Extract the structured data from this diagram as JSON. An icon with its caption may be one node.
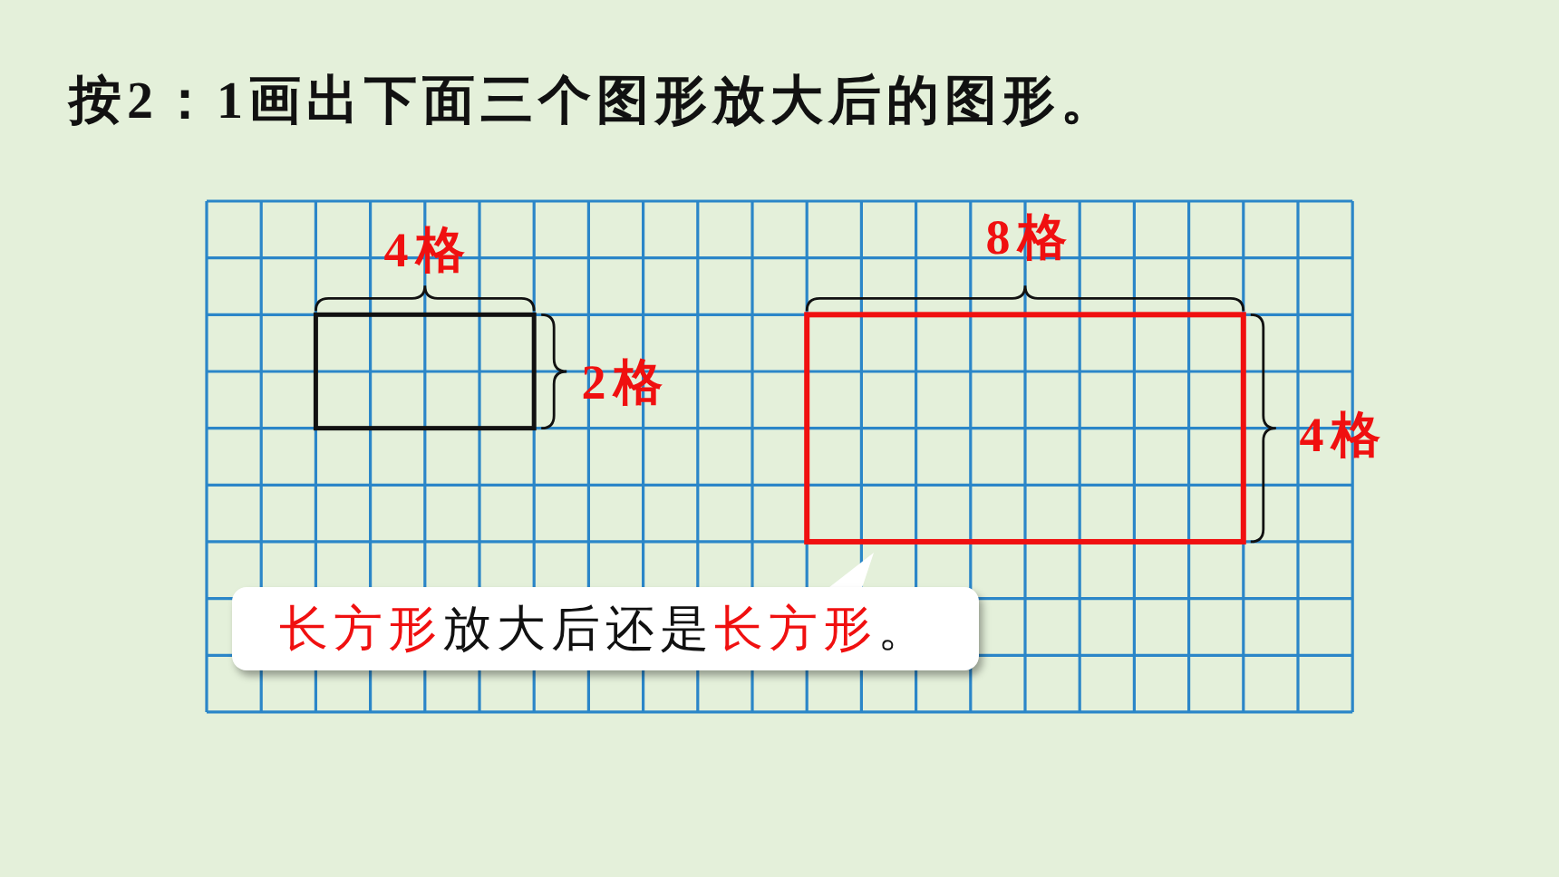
{
  "diagram": {
    "title": "按2：1画出下面三个图形放大后的图形。",
    "nodes": [
      {
        "text": [],
        "shape": "box"
      },
      {
        "text": [],
        "shape": "box"
      },
      {
        "text": [
          "**长方形**放大后还是**长方形**。"
        ]
      }
    ],
    "labels": [
      "4格",
      "2格",
      "8格",
      "4格"
    ]
  }
}
